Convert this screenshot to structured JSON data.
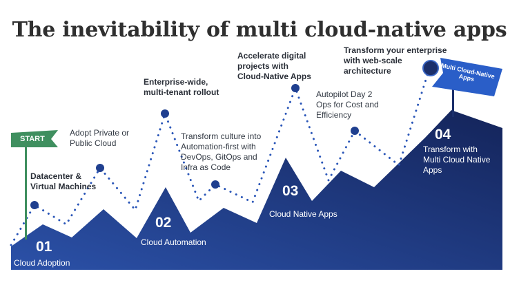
{
  "title": "The inevitability of multi cloud-native apps",
  "colors": {
    "mountain_dark": "#1b2f6b",
    "mountain_light": "#2b51a8",
    "dot": "#1f3f8f",
    "flag_green": "#3f8f5f",
    "flag_blue": "#2a5ec8",
    "title_text": "#2f2f2f"
  },
  "start_flag": {
    "label": "START"
  },
  "end_flag": {
    "label": "Multi Cloud-Native Apps"
  },
  "stages": [
    {
      "number": "01",
      "label": "Cloud Adoption"
    },
    {
      "number": "02",
      "label": "Cloud Automation"
    },
    {
      "number": "03",
      "label": "Cloud Native Apps"
    },
    {
      "number": "04",
      "label_lines": [
        "Transform with",
        "Multi Cloud Native",
        "Apps"
      ]
    }
  ],
  "milestones": [
    {
      "lines": [
        "Datacenter &",
        "Virtual Machines"
      ],
      "bold": true
    },
    {
      "lines": [
        "Adopt Private or",
        "Public Cloud"
      ],
      "bold": false
    },
    {
      "lines": [
        "Enterprise-wide,",
        "multi-tenant rollout"
      ],
      "bold": true
    },
    {
      "lines": [
        "Transform culture into",
        "Automation-first with",
        "DevOps, GitOps and",
        "Infra as Code"
      ],
      "bold": false
    },
    {
      "lines": [
        "Accelerate digital",
        "projects with",
        "Cloud-Native Apps"
      ],
      "bold": true
    },
    {
      "lines": [
        "Autopilot Day 2",
        "Ops for Cost and",
        "Efficiency"
      ],
      "bold": false
    },
    {
      "lines": [
        "Transform your enterprise",
        "with web-scale",
        "architecture"
      ],
      "bold": true
    }
  ]
}
